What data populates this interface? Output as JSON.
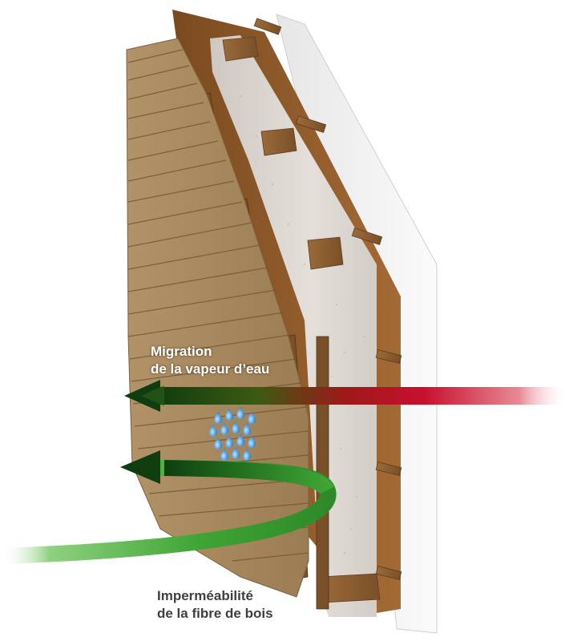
{
  "diagram": {
    "labels": {
      "vapour_migration": {
        "line1": "Migration",
        "line2": "de la vapeur d’eau"
      },
      "fibre_impermeability": {
        "line1": "Imperméabilité",
        "line2": "de la fibre de bois"
      }
    },
    "colors": {
      "cladding_wood": "#a8875a",
      "structural_wood": "#8b5a2b",
      "insulation": "#d8d2cc",
      "wall_panel": "#f2f2f2",
      "vapour_arrow_warm": "#c8102e",
      "vapour_arrow_cool": "#0f3d10",
      "impermeability_arrow": "#3fa535",
      "water_drops": "#2a8fd8"
    },
    "icons": {
      "water_droplets": "water-drop-icon",
      "vapour_arrow": "arrow-left-icon",
      "curved_arrow": "curved-arrow-icon"
    }
  }
}
